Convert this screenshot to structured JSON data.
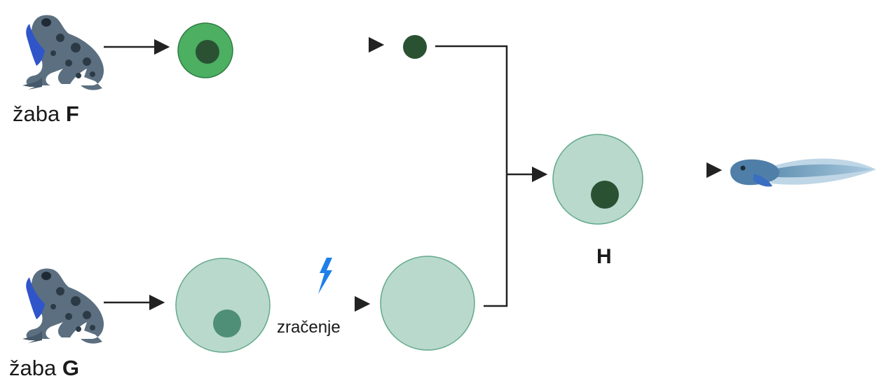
{
  "labels": {
    "frog_f_prefix": "žaba",
    "frog_f_letter": "F",
    "frog_g_prefix": "žaba",
    "frog_g_letter": "G",
    "cell_h": "H",
    "radiation": "zračenje"
  },
  "icons": {
    "frog": "frog-icon",
    "lightning": "lightning-icon",
    "tadpole": "tadpole-icon"
  },
  "colors": {
    "body_cell_fill": "#4caf62",
    "body_cell_nucleus": "#2a5232",
    "egg_fill": "#b9d9cd",
    "egg_stroke": "#63a98a",
    "egg_nucleus": "#4f8f78",
    "arrow": "#222222",
    "lightning": "#1d7fe8",
    "frog_body": "#5b6f80",
    "frog_belly": "#2f55c9"
  }
}
